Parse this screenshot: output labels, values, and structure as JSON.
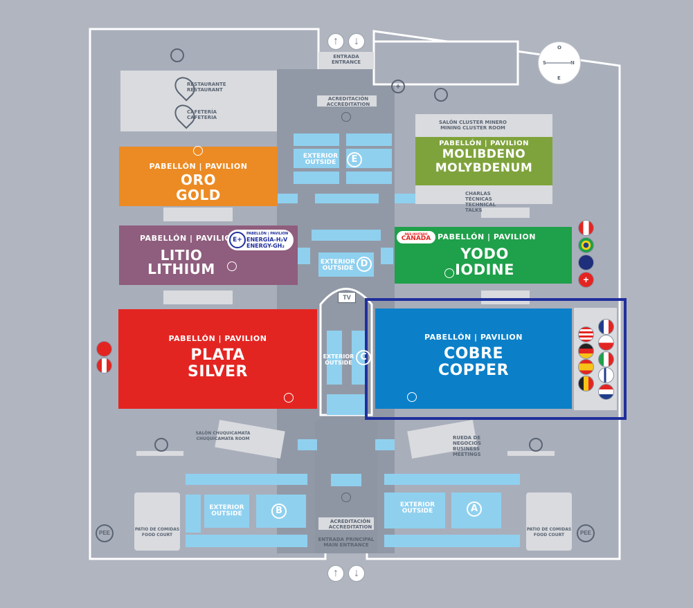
{
  "entrances": {
    "top": {
      "line1": "ENTRADA",
      "line2": "ENTRANCE"
    },
    "main": {
      "line1": "ENTRADA PRINCIPAL",
      "line2": "MAIN ENTRANCE"
    }
  },
  "compass": {
    "n": "N",
    "s": "S",
    "e": "E",
    "o": "O"
  },
  "accreditation": {
    "line1": "ACREDITACIÓN",
    "line2": "ACCREDITATION"
  },
  "restaurant": {
    "line1": "RESTAURANTE",
    "line2": "RESTAURANT"
  },
  "cafeteria": {
    "line1": "CAFETERÍA",
    "line2": "CAFETERIA"
  },
  "cluster_room": {
    "line1": "SALÓN CLUSTER MINERO",
    "line2": "MINING CLUSTER ROOM"
  },
  "technical_talks": {
    "line1": "CHARLAS TÉCNICAS",
    "line2": "TECHNICAL TALKS"
  },
  "chuquicamata": {
    "line1": "SALÓN CHUQUICAMATA",
    "line2": "CHUQUICAMATA ROOM"
  },
  "business": {
    "line1": "RUEDA DE NEGOCIOS",
    "line2": "BUSINESS MEETINGS"
  },
  "food_court": {
    "line1": "PATIO DE COMIDAS",
    "line2": "FOOD COURT"
  },
  "pee": "PEE",
  "tv": "TV",
  "exterior": {
    "line1": "EXTERIOR",
    "line2": "OUTSIDE"
  },
  "zones": {
    "a": "A",
    "b": "B",
    "c": "C",
    "d": "D",
    "e": "E"
  },
  "pavilion_label": "PABELLÓN | PAVILION",
  "pavilions": {
    "oro": {
      "es": "ORO",
      "en": "GOLD",
      "color": "#ec8b23"
    },
    "molibdeno": {
      "es": "MOLIBDENO",
      "en": "MOLYBDENUM",
      "color": "#7fa33c"
    },
    "litio": {
      "es": "LITIO",
      "en": "LITHIUM",
      "color": "#8f5d7d"
    },
    "yodo": {
      "es": "YODO",
      "en": "IODINE",
      "color": "#1fa04a"
    },
    "plata": {
      "es": "PLATA",
      "en": "SILVER",
      "color": "#e32522"
    },
    "cobre": {
      "es": "COBRE",
      "en": "COPPER",
      "color": "#0b80c9"
    }
  },
  "energia_badge": {
    "l1": "PABELLÓN | PAVILION",
    "l2": "ENERGÍA-H₂V",
    "l3": "ENERGY-GH₂",
    "icon": "E+"
  },
  "canada_badge": {
    "l1": "PAÍS INVITADO",
    "l2": "CANADA"
  },
  "highlight_color": "#1f2f9c",
  "flags": [
    "canada",
    "brazil",
    "australia",
    "switzerland",
    "usa",
    "france",
    "germany",
    "poland",
    "spain",
    "italy",
    "belgium",
    "finland",
    "netherlands",
    "china",
    "peru"
  ]
}
